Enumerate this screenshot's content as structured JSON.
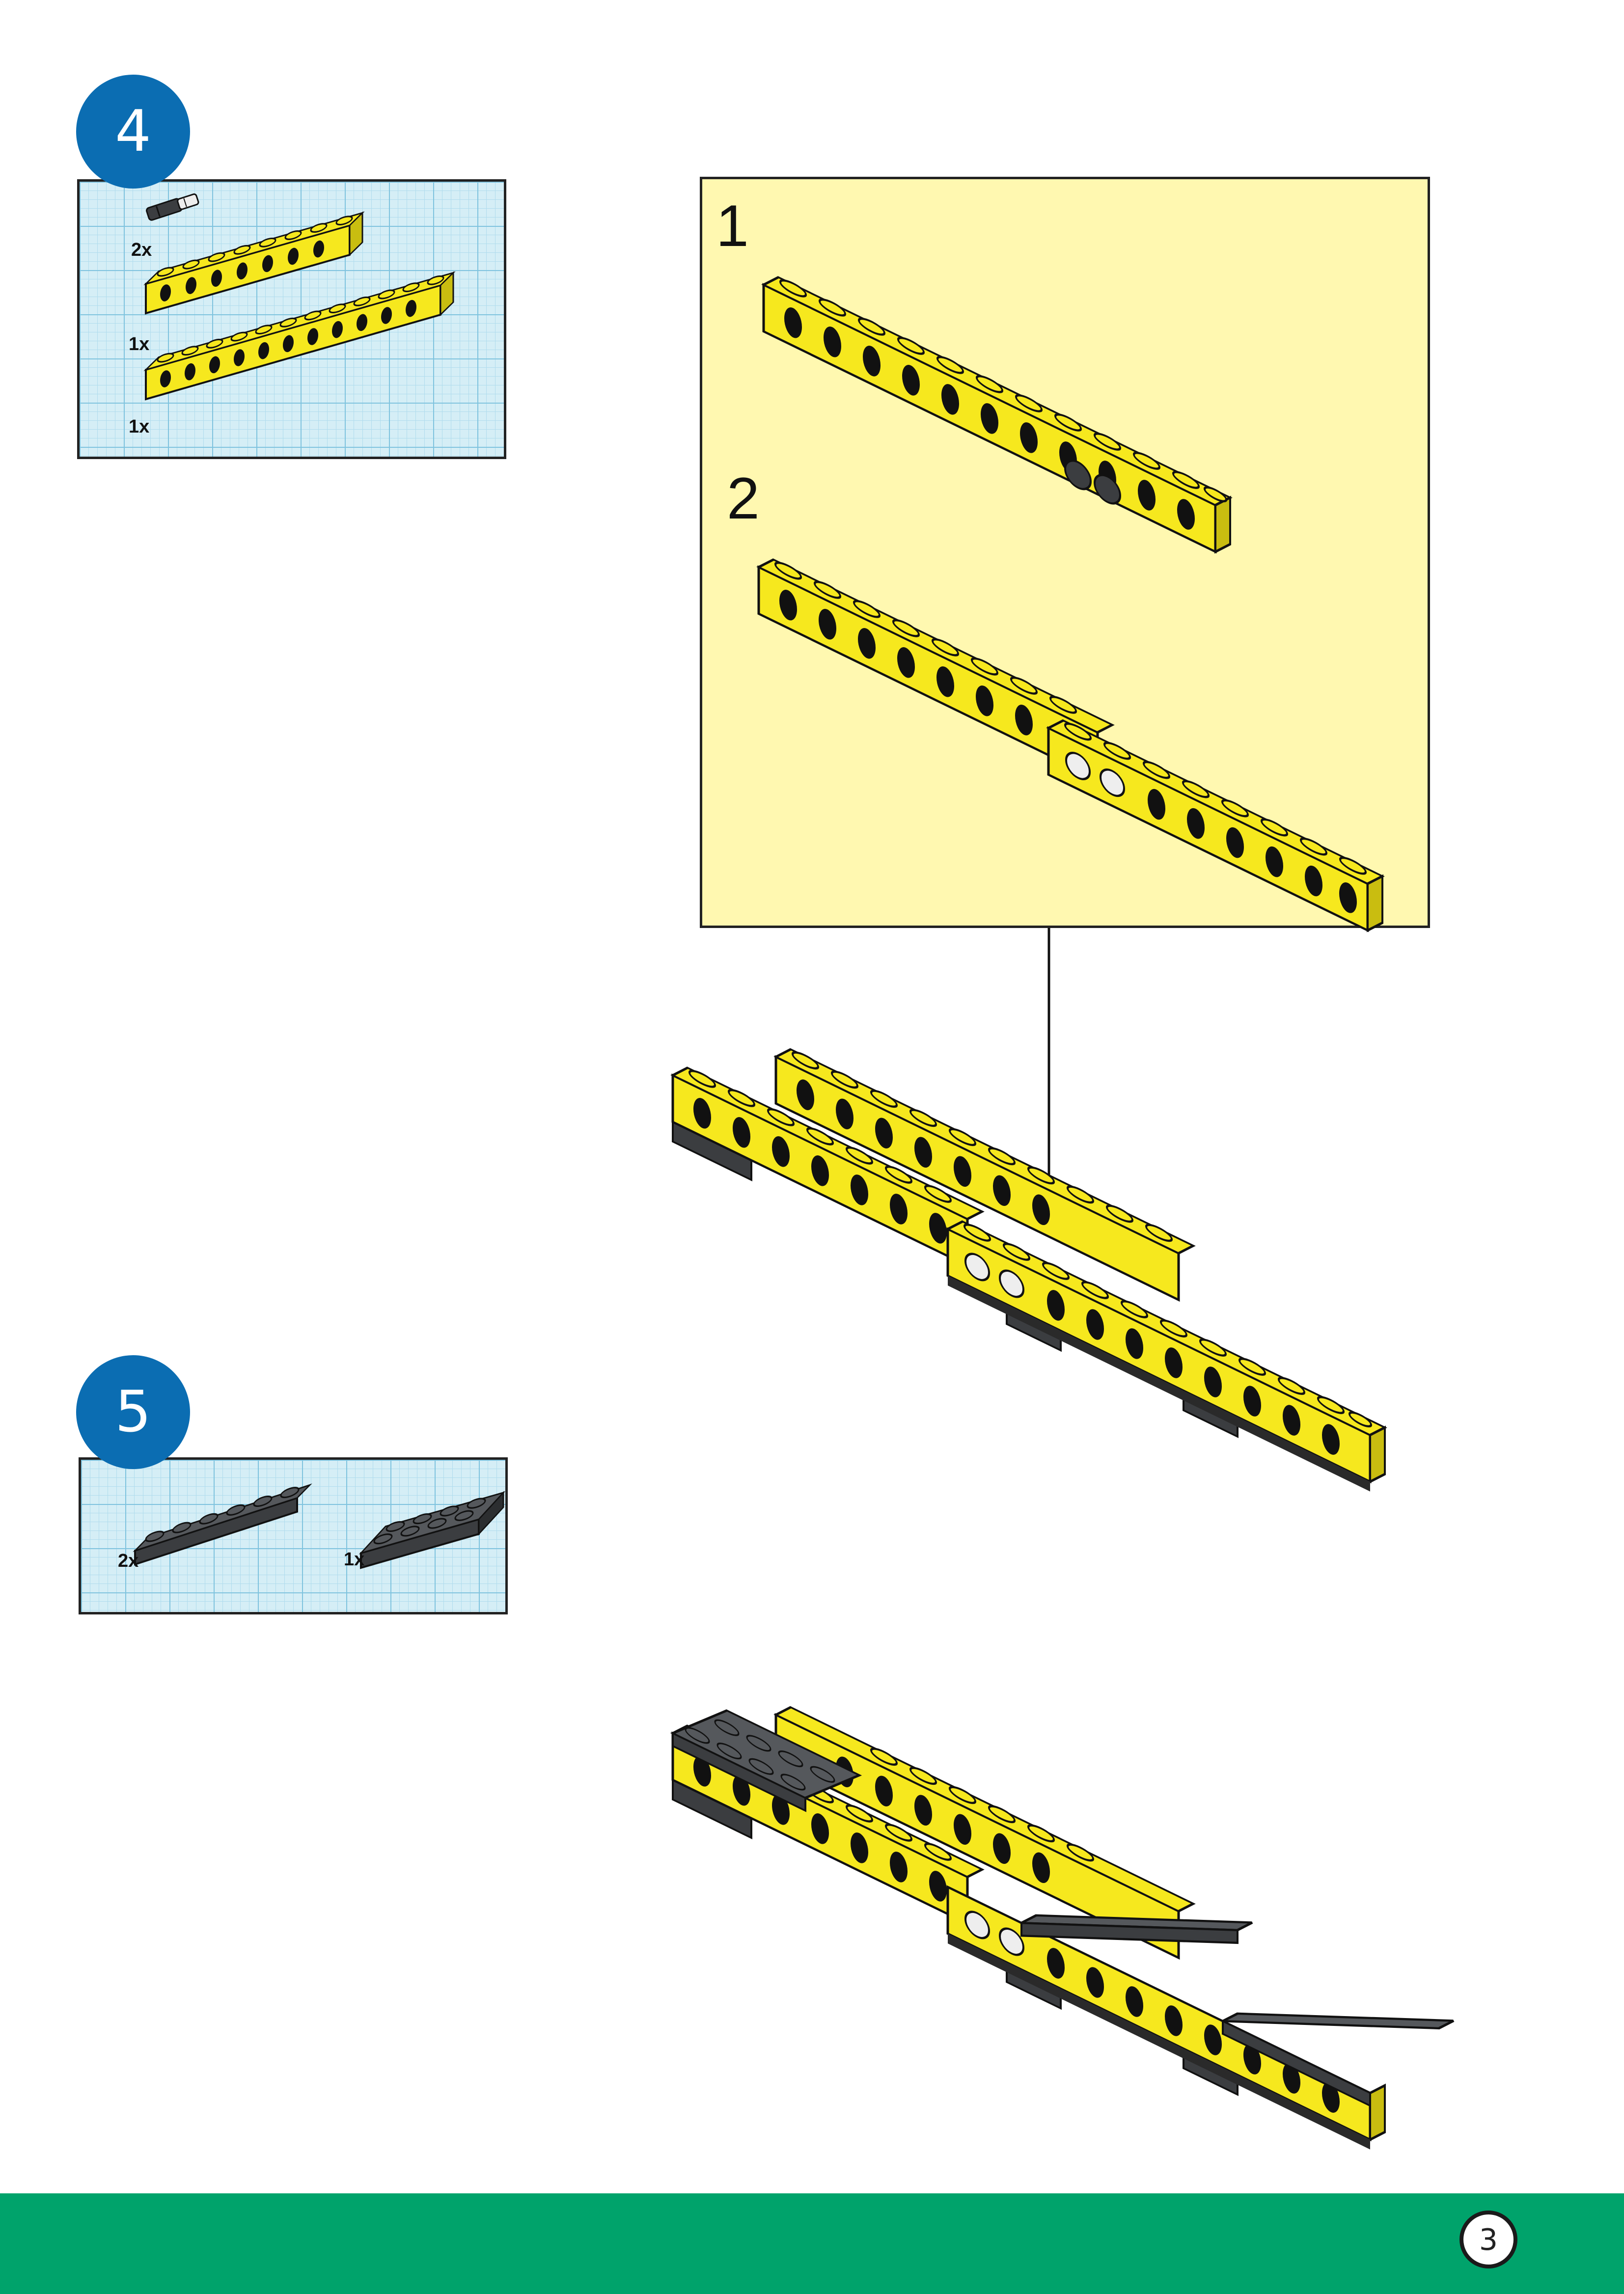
{
  "steps": [
    {
      "number": "4",
      "parts": [
        {
          "qty": "2x",
          "part": "connector-peg"
        },
        {
          "qty": "1x",
          "part": "yellow-beam-8"
        },
        {
          "qty": "1x",
          "part": "yellow-beam-12"
        }
      ]
    },
    {
      "number": "5",
      "parts": [
        {
          "qty": "2x",
          "part": "dark-gray-plate-1x6"
        },
        {
          "qty": "1x",
          "part": "dark-gray-plate-2x4"
        }
      ]
    }
  ],
  "subassembly": {
    "sub_steps": [
      "1",
      "2"
    ]
  },
  "footer": {
    "page_number": "3"
  },
  "colors": {
    "step_badge": "#0b6db2",
    "footer_band": "#00a36b",
    "subassembly_bg": "#fff8b0",
    "brick_yellow": "#f6e81e",
    "brick_dark": "#3b3d40",
    "grid_blue": "#d5eef6"
  }
}
